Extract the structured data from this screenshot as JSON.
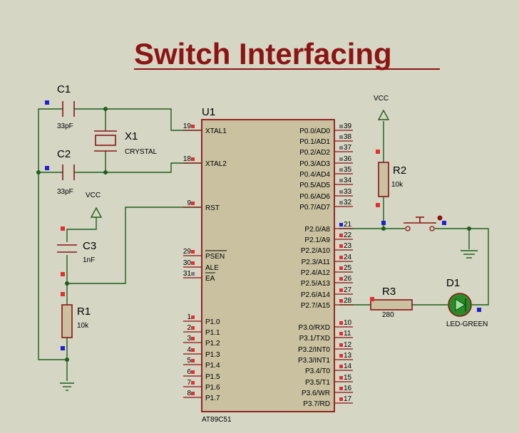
{
  "title": "Switch Interfacing",
  "components": {
    "c1": {
      "ref": "C1",
      "value": "33pF"
    },
    "c2": {
      "ref": "C2",
      "value": "33pF"
    },
    "c3": {
      "ref": "C3",
      "value": "1nF"
    },
    "x1": {
      "ref": "X1",
      "value": "CRYSTAL"
    },
    "r1": {
      "ref": "R1",
      "value": "10k"
    },
    "r2": {
      "ref": "R2",
      "value": "10k"
    },
    "r3": {
      "ref": "R3",
      "value": "280"
    },
    "d1": {
      "ref": "D1",
      "value": "LED-GREEN"
    },
    "u1": {
      "ref": "U1",
      "value": "AT89C51"
    }
  },
  "power": {
    "vcc_left": "VCC",
    "vcc_right": "VCC"
  },
  "left_pins": [
    {
      "num": "19",
      "name": "XTAL1"
    },
    {
      "num": "18",
      "name": "XTAL2"
    },
    {
      "num": "9",
      "name": "RST"
    },
    {
      "num": "29",
      "name": "PSEN"
    },
    {
      "num": "30",
      "name": "ALE"
    },
    {
      "num": "31",
      "name": "EA"
    },
    {
      "num": "1",
      "name": "P1.0"
    },
    {
      "num": "2",
      "name": "P1.1"
    },
    {
      "num": "3",
      "name": "P1.2"
    },
    {
      "num": "4",
      "name": "P1.3"
    },
    {
      "num": "5",
      "name": "P1.4"
    },
    {
      "num": "6",
      "name": "P1.5"
    },
    {
      "num": "7",
      "name": "P1.6"
    },
    {
      "num": "8",
      "name": "P1.7"
    }
  ],
  "right_pins": [
    {
      "num": "39",
      "name": "P0.0/AD0"
    },
    {
      "num": "38",
      "name": "P0.1/AD1"
    },
    {
      "num": "37",
      "name": "P0.2/AD2"
    },
    {
      "num": "36",
      "name": "P0.3/AD3"
    },
    {
      "num": "35",
      "name": "P0.4/AD4"
    },
    {
      "num": "34",
      "name": "P0.5/AD5"
    },
    {
      "num": "33",
      "name": "P0.6/AD6"
    },
    {
      "num": "32",
      "name": "P0.7/AD7"
    },
    {
      "num": "21",
      "name": "P2.0/A8"
    },
    {
      "num": "22",
      "name": "P2.1/A9"
    },
    {
      "num": "23",
      "name": "P2.2/A10"
    },
    {
      "num": "24",
      "name": "P2.3/A11"
    },
    {
      "num": "25",
      "name": "P2.4/A12"
    },
    {
      "num": "26",
      "name": "P2.5/A13"
    },
    {
      "num": "27",
      "name": "P2.6/A14"
    },
    {
      "num": "28",
      "name": "P2.7/A15"
    },
    {
      "num": "10",
      "name": "P3.0/RXD"
    },
    {
      "num": "11",
      "name": "P3.1/TXD"
    },
    {
      "num": "12",
      "name": "P3.2/INT0"
    },
    {
      "num": "13",
      "name": "P3.3/INT1"
    },
    {
      "num": "14",
      "name": "P3.4/T0"
    },
    {
      "num": "15",
      "name": "P3.5/T1"
    },
    {
      "num": "16",
      "name": "P3.6/WR"
    },
    {
      "num": "17",
      "name": "P3.7/RD"
    }
  ]
}
